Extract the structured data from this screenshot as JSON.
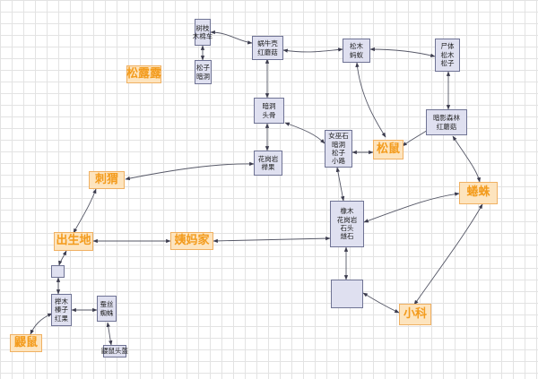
{
  "nodes": [
    {
      "id": "n_leaves",
      "kind": "box",
      "lines": [
        "树枝",
        "木棉车"
      ]
    },
    {
      "id": "n_pine2",
      "kind": "box",
      "lines": [
        "松子",
        "暗洞"
      ]
    },
    {
      "id": "n_frog",
      "kind": "orange",
      "lines": [
        "松露露"
      ]
    },
    {
      "id": "n_snail",
      "kind": "box",
      "lines": [
        "蜗牛壳",
        "红蘑菇"
      ]
    },
    {
      "id": "n_pinewood",
      "kind": "box",
      "lines": [
        "松木",
        "蚂蚁"
      ]
    },
    {
      "id": "n_corpse",
      "kind": "box",
      "lines": [
        "尸体",
        "松木",
        "松子"
      ]
    },
    {
      "id": "n_shadow",
      "kind": "box",
      "lines": [
        "暗影森林",
        "红蘑菇"
      ]
    },
    {
      "id": "n_cave",
      "kind": "box",
      "lines": [
        "暗洞",
        "头骨"
      ]
    },
    {
      "id": "n_stone",
      "kind": "box",
      "lines": [
        "女巫石",
        "暗洞",
        "松子",
        "小路"
      ]
    },
    {
      "id": "n_squirrel",
      "kind": "orange",
      "lines": [
        "松鼠"
      ]
    },
    {
      "id": "n_granite",
      "kind": "box",
      "lines": [
        "花岗岩",
        "榉果"
      ]
    },
    {
      "id": "n_hedgehog",
      "kind": "orange",
      "lines": [
        "刺猬"
      ]
    },
    {
      "id": "n_centipede",
      "kind": "orange",
      "lines": [
        "蜷蛛"
      ]
    },
    {
      "id": "n_oak",
      "kind": "box",
      "lines": [
        "橡木",
        "花岗岩",
        "石头",
        "燧石"
      ]
    },
    {
      "id": "n_birth",
      "kind": "orange",
      "lines": [
        "出生地"
      ]
    },
    {
      "id": "n_grandma",
      "kind": "orange",
      "lines": [
        "姨妈家"
      ]
    },
    {
      "id": "n_small",
      "kind": "box",
      "lines": []
    },
    {
      "id": "n_bigsq",
      "kind": "box",
      "lines": []
    },
    {
      "id": "n_xiaoke",
      "kind": "orange",
      "lines": [
        "小科"
      ]
    },
    {
      "id": "n_wood",
      "kind": "box",
      "lines": [
        "榉木",
        "榛子",
        "红果"
      ]
    },
    {
      "id": "n_spider",
      "kind": "box",
      "lines": [
        "蚕丝",
        "蜘蛛"
      ]
    },
    {
      "id": "n_mole",
      "kind": "orange",
      "lines": [
        "鼹鼠"
      ]
    },
    {
      "id": "n_molehead",
      "kind": "box",
      "lines": [
        "鼹鼠头盔"
      ]
    }
  ]
}
